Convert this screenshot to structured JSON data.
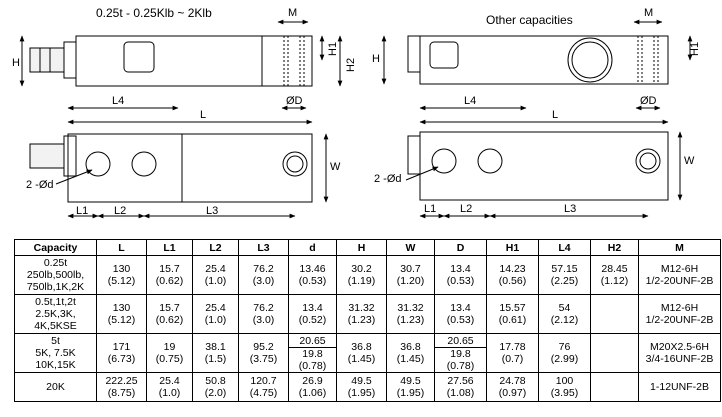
{
  "left_view": {
    "title": "0.25t - 0.25Klb ~ 2Klb",
    "labels": {
      "M": "M",
      "H": "H",
      "H1": "H1",
      "H2": "H2",
      "L4": "L4",
      "L": "L",
      "D": "ØD",
      "W": "W",
      "holes": "2 -Ød",
      "L1": "L1",
      "L2": "L2",
      "L3": "L3"
    }
  },
  "right_view": {
    "title": "Other capacities",
    "labels": {
      "M": "M",
      "H": "H",
      "H1": "H1",
      "L4": "L4",
      "L": "L",
      "D": "ØD",
      "W": "W",
      "holes": "2 -Ød",
      "L1": "L1",
      "L2": "L2",
      "L3": "L3"
    }
  },
  "table": {
    "headers": [
      "Capacity",
      "L",
      "L1",
      "L2",
      "L3",
      "d",
      "H",
      "W",
      "D",
      "H1",
      "L4",
      "H2",
      "M"
    ],
    "rows": [
      {
        "capacity": [
          "0.25t",
          "250lb,500lb,",
          "750lb,1K,2K"
        ],
        "L": [
          "130",
          "(5.12)"
        ],
        "L1": [
          "15.7",
          "(0.62)"
        ],
        "L2": [
          "25.4",
          "(1.0)"
        ],
        "L3": [
          "76.2",
          "(3.0)"
        ],
        "d": [
          "13.46",
          "(0.53)"
        ],
        "H": [
          "30.2",
          "(1.19)"
        ],
        "W": [
          "30.7",
          "(1.20)"
        ],
        "D": [
          "13.4",
          "(0.53)"
        ],
        "H1": [
          "14.23",
          "(0.56)"
        ],
        "L4": [
          "57.15",
          "(2.25)"
        ],
        "H2": [
          "28.45",
          "(1.12)"
        ],
        "M": [
          "M12-6H",
          "1/2-20UNF-2B"
        ]
      },
      {
        "capacity": [
          "0.5t,1t,2t",
          "2.5K,3K,",
          "4K,5KSE"
        ],
        "L": [
          "130",
          "(5.12)"
        ],
        "L1": [
          "15.7",
          "(0.62)"
        ],
        "L2": [
          "25.4",
          "(1.0)"
        ],
        "L3": [
          "76.2",
          "(3.0)"
        ],
        "d": [
          "13.4",
          "(0.52)"
        ],
        "H": [
          "31.32",
          "(1.23)"
        ],
        "W": [
          "31.32",
          "(1.23)"
        ],
        "D": [
          "13.4",
          "(0.53)"
        ],
        "H1": [
          "15.57",
          "(0.61)"
        ],
        "L4": [
          "54",
          "(2.12)"
        ],
        "H2": [],
        "M": [
          "M12-6H",
          "1/2-20UNF-2B"
        ]
      },
      {
        "capacity": [
          "5t",
          "5K, 7.5K",
          "10K,15K"
        ],
        "L": [
          "171",
          "(6.73)"
        ],
        "L1": [
          "19",
          "(0.75)"
        ],
        "L2": [
          "38.1",
          "(1.5)"
        ],
        "L3": [
          "95.2",
          "(3.75)"
        ],
        "d": [
          "20.65",
          "19.8",
          "(0.78)"
        ],
        "H": [
          "36.8",
          "(1.45)"
        ],
        "W": [
          "36.8",
          "(1.45)"
        ],
        "D": [
          "20.65",
          "19.8",
          "(0.78)"
        ],
        "H1": [
          "17.78",
          "(0.7)"
        ],
        "L4": [
          "76",
          "(2.99)"
        ],
        "H2": [],
        "M": [
          "M20X2.5-6H",
          "3/4-16UNF-2B"
        ]
      },
      {
        "capacity": [
          "20K"
        ],
        "L": [
          "222.25",
          "(8.75)"
        ],
        "L1": [
          "25.4",
          "(1.0)"
        ],
        "L2": [
          "50.8",
          "(2.0)"
        ],
        "L3": [
          "120.7",
          "(4.75)"
        ],
        "d": [
          "26.9",
          "(1.06)"
        ],
        "H": [
          "49.5",
          "(1.95)"
        ],
        "W": [
          "49.5",
          "(1.95)"
        ],
        "D": [
          "27.56",
          "(1.08)"
        ],
        "H1": [
          "24.78",
          "(0.97)"
        ],
        "L4": [
          "100",
          "(3.95)"
        ],
        "H2": [],
        "M": [
          "1-12UNF-2B"
        ]
      }
    ]
  }
}
